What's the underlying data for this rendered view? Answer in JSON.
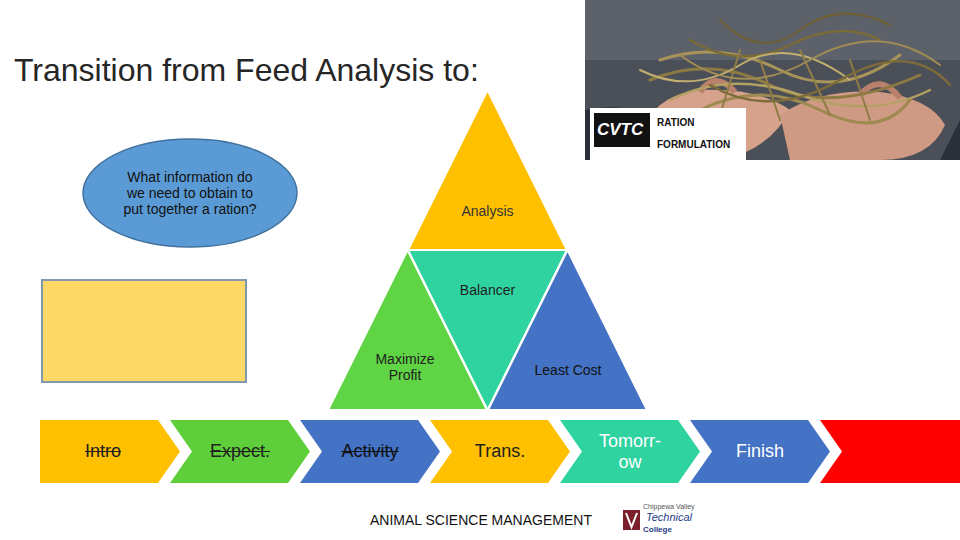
{
  "diagram": {
    "title": "Transition from Feed Analysis to:",
    "nodes": [
      {
        "text": [
          "What information do we need to obtain to put together a ration?"
        ]
      },
      {
        "text": [
          "Analysis"
        ]
      },
      {
        "text": [
          "Balancer"
        ]
      },
      {
        "text": [
          "Maximize Profit"
        ]
      },
      {
        "text": [
          "Least Cost"
        ]
      },
      {
        "text": [
          "Intro"
        ]
      },
      {
        "text": [
          "Expect."
        ]
      },
      {
        "text": [
          "Activity"
        ]
      },
      {
        "text": [
          "Trans."
        ]
      },
      {
        "text": [
          "Tomorr- ow"
        ]
      },
      {
        "text": [
          "Finish"
        ]
      }
    ],
    "labels": [
      "CVTC",
      "RATION",
      "FORMULATION",
      "ANIMAL SCIENCE MANAGEMENT",
      "Chippewa Valley",
      "Technical",
      "College"
    ]
  }
}
